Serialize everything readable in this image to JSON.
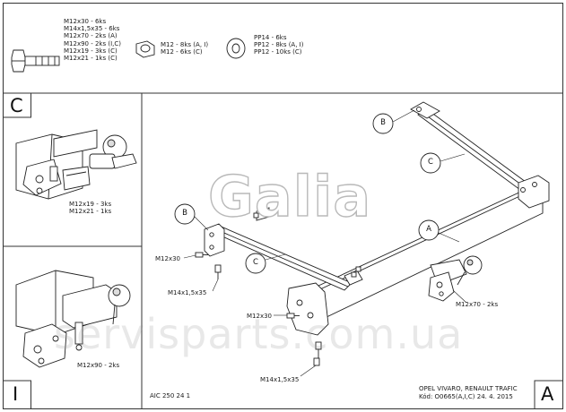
{
  "hardware": {
    "bolts": [
      "M12x30 - 6ks",
      "M14x1,5x35 - 6ks",
      "M12x70 - 2ks (A)",
      "M12x90 - 2ks (I,C)",
      "M12x19 - 3ks (C)",
      "M12x21 - 1ks (C)"
    ],
    "nuts": [
      "M12 - 8ks (A, I)",
      "M12 - 6ks (C)"
    ],
    "washers": [
      "PP14 - 6ks",
      "PP12 - 8ks (A, I)",
      "PP12 - 10ks (C)"
    ]
  },
  "panel_c": {
    "letter": "C",
    "parts": [
      "M12x19 - 3ks",
      "M12x21 - 1ks"
    ]
  },
  "panel_i": {
    "letter": "I",
    "parts": [
      "M12x90 - 2ks"
    ]
  },
  "main": {
    "letter": "A",
    "callouts": {
      "b_top": "B",
      "c_top": "C",
      "b_left": "B",
      "c_mid": "C",
      "a": "A"
    },
    "labels": {
      "m12x30_left": "M12x30",
      "m14_left": "M14x1,5x35",
      "m12x30_bottom": "M12x30",
      "m14_bottom": "M14x1,5x35",
      "m12x70": "M12x70 - 2ks"
    }
  },
  "footer": {
    "code": "AIC 250 24 1",
    "vehicle": "OPEL VIVARO, RENAULT TRAFIC",
    "kod": "Kód: O0665(A,I,C)  24. 4. 2015"
  },
  "watermark": {
    "logo": "Galia",
    "url": "servisparts.com.ua"
  }
}
